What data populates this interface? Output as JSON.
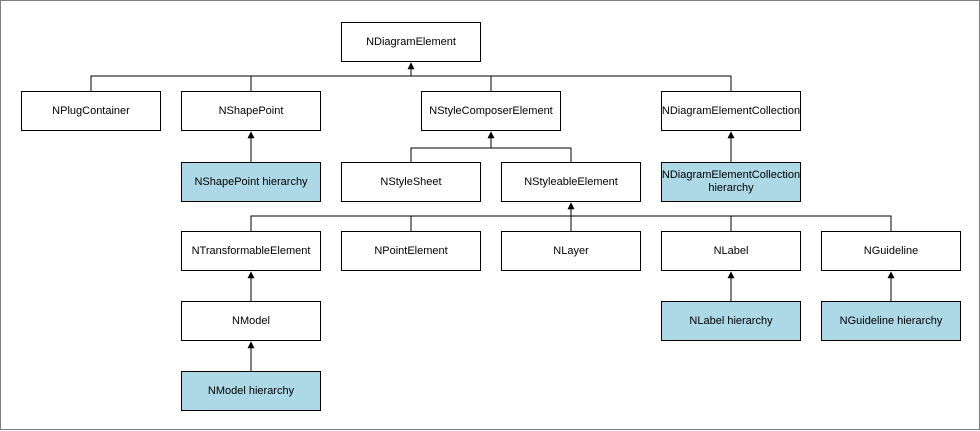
{
  "colors": {
    "highlight": "#add8e6",
    "border": "#000000",
    "frame": "#808080"
  },
  "nodes": {
    "root": "NDiagramElement",
    "plug_container": "NPlugContainer",
    "shape_point": "NShapePoint",
    "style_composer_element": "NStyleComposerElement",
    "diagram_element_collection": "NDiagramElementCollection",
    "shape_point_hierarchy": "NShapePoint hierarchy",
    "style_sheet": "NStyleSheet",
    "styleable_element": "NStyleableElement",
    "diagram_element_collection_hierarchy": "NDiagramElementCollection\nhierarchy",
    "transformable_element": "NTransformableElement",
    "point_element": "NPointElement",
    "layer": "NLayer",
    "label": "NLabel",
    "guideline": "NGuideline",
    "model": "NModel",
    "label_hierarchy": "NLabel hierarchy",
    "guideline_hierarchy": "NGuideline hierarchy",
    "model_hierarchy": "NModel hierarchy"
  }
}
